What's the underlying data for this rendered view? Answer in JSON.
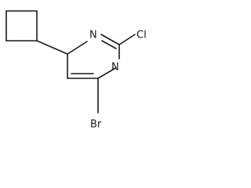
{
  "molecule": {
    "atoms": {
      "n1": "N",
      "n2": "N",
      "cl": "Cl",
      "br": "Br"
    }
  },
  "colors": {
    "bond": "#1a1a1a",
    "text": "#1a1a1a",
    "background": "#ffffff"
  }
}
